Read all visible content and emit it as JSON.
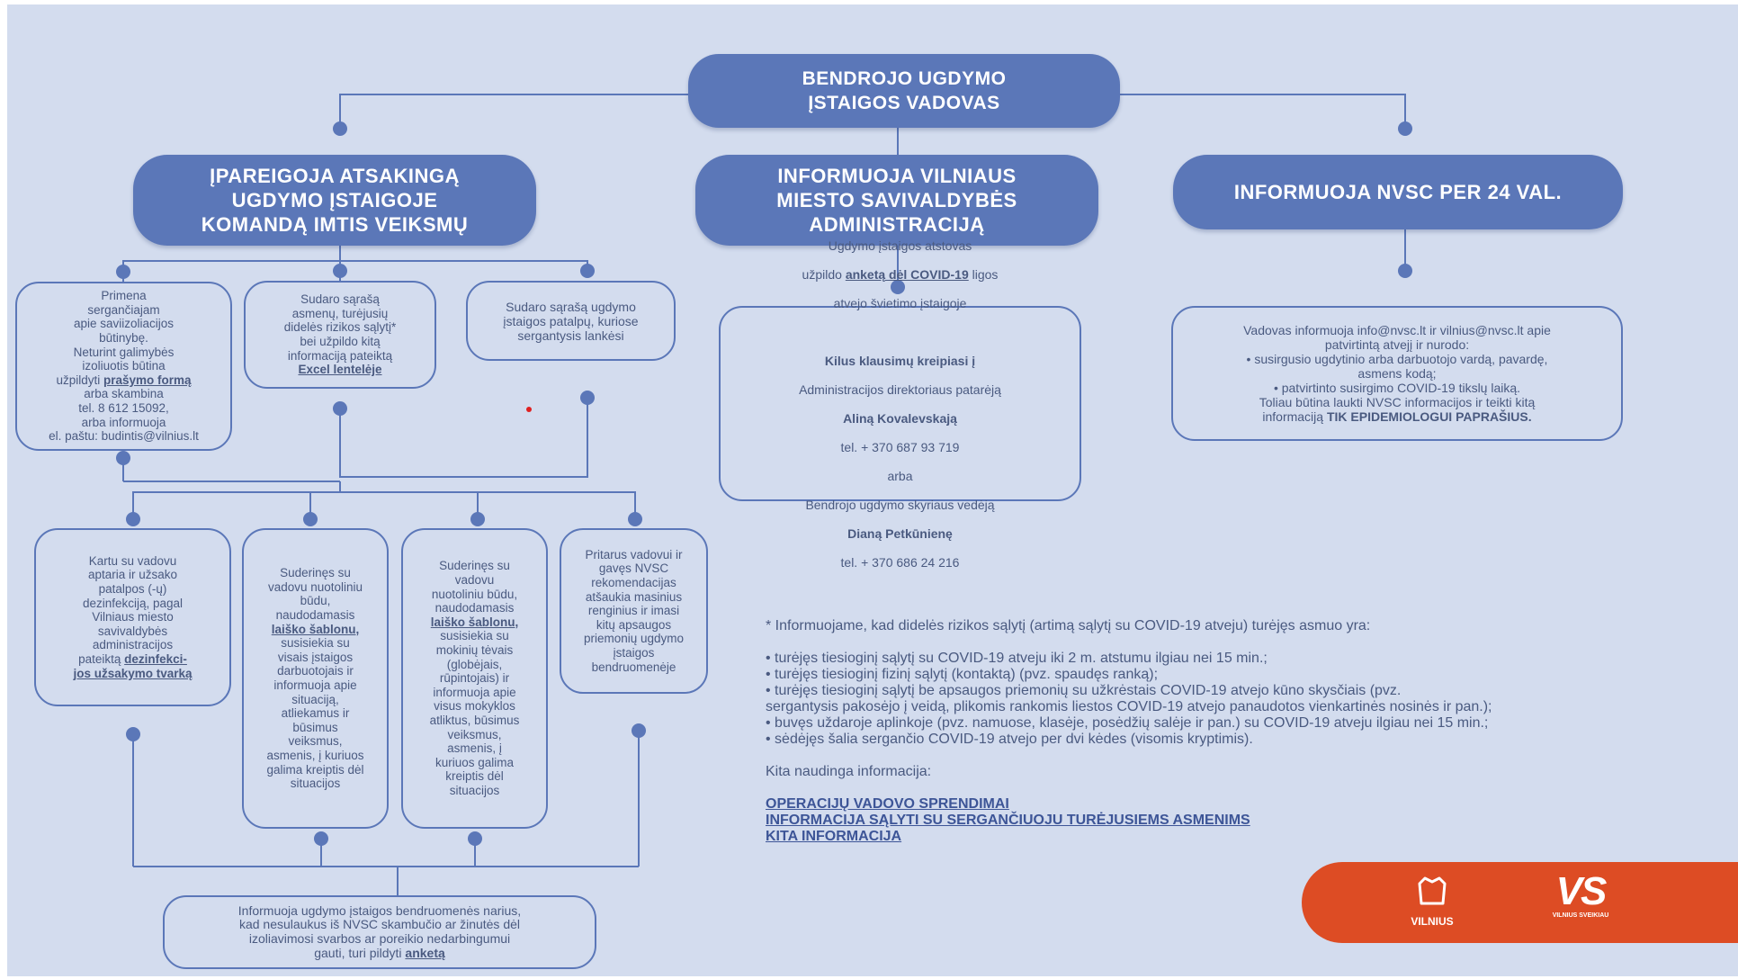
{
  "colors": {
    "background": "#d3dcee",
    "accent": "#5b77b8",
    "text": "#4a5a80",
    "link": "#3d5597",
    "brand": "#dd4c24"
  },
  "header": {
    "title": "BENDROJO UGDYMO\nĮSTAIGOS VADOVAS"
  },
  "level1": [
    {
      "title": "ĮPAREIGOJA ATSAKINGĄ\nUGDYMO ĮSTAIGOJE\nKOMANDĄ IMTIS VEIKSMŲ"
    },
    {
      "title": "INFORMUOJA VILNIAUS\nMIESTO SAVIVALDYBĖS\nADMINISTRACIJĄ"
    },
    {
      "title": "INFORMUOJA NVSC PER 24 VAL."
    }
  ],
  "step_boxes": {
    "reminds": {
      "text_a": "Primena\nsergančiajam\napie saviizoliacijos\nbūtinybę.\nNeturint galimybės\nizoliuotis būtina\nužpildyti ",
      "link": "prašymo formą",
      "text_b": "\narba skambina\ntel. 8 612 15092,\narba informuoja\nel. paštu: budintis@vilnius.lt"
    },
    "risk_list": {
      "text_a": "Sudaro sąrašą\nasmenų, turėjusių\ndidelės rizikos sąlytį*\nbei užpildo kitą\ninformaciją pateiktą\n",
      "link": "Excel lentelėje"
    },
    "rooms_list": {
      "text": "Sudaro sąrašą ugdymo\nįstaigos patalpų, kuriose\nsergantysis lankėsi"
    },
    "municipality": {
      "line1": "Ugdymo įstaigos atstovas",
      "line2a": "užpildo ",
      "line2link": "anketą dėl COVID-19",
      "line2b": " ligos",
      "line3": "atvejo švietimo įstaigoje",
      "q_title": "Kilus klausimų kreipiasi į",
      "q_role1": "Administracijos direktoriaus patarėją",
      "q_name1": "Aliną Kovalevskają",
      "q_phone1": "tel. + 370 687 93 719",
      "q_or": "arba",
      "q_role2": "Bendrojo ugdymo skyriaus vedėją",
      "q_name2": "Dianą Petkūnienę",
      "q_phone2": "tel. + 370 686 24 216"
    },
    "nvsc": {
      "text_a": "Vadovas informuoja info@nvsc.lt ir vilnius@nvsc.lt apie\npatvirtintą atvejį ir nurodo:\n• susirgusio ugdytinio arba darbuotojo vardą, pavardę,\nasmens kodą;\n• patvirtinto susirgimo COVID-19 tikslų laiką.\nToliau būtina laukti NVSC informacijos ir teikti kitą\ninformaciją ",
      "emphasis": "TIK EPIDEMIOLOGUI PAPRAŠIUS."
    }
  },
  "action_boxes": {
    "disinfection": {
      "text_a": "Kartu su vadovu\naptaria ir užsako\npatalpos (-ų)\ndezinfekciją, pagal\nVilniaus miesto\nsavivaldybės\nadministracijos\npateiktą ",
      "link": "dezinfekci-\njos užsakymo tvarką"
    },
    "staff": {
      "text_a": "Suderinęs su\nvadovu nuotoliniu\nbūdu,\nnaudodamasis\n",
      "link": "laiško šablonu,",
      "text_b": "\nsusisiekia su\nvisais įstaigos\ndarbuotojais ir\ninformuoja apie\nsituaciją,\natliekamus ir\nbūsimus\nveiksmus,\nasmenis, į kuriuos\ngalima kreiptis dėl\nsituacijos"
    },
    "parents": {
      "text_a": "Suderinęs su\nvadovu\nnuotoliniu būdu,\nnaudodamasis\n",
      "link": "laiško šablonu,",
      "text_b": "\nsusisiekia su\nmokinių tėvais\n(globėjais,\nrūpintojais) ir\ninformuoja apie\nvisus mokyklos\natliktus, būsimus\nveiksmus,\nasmenis, į\nkuriuos galima\nkreiptis dėl\nsituacijos"
    },
    "events": {
      "text": "Pritarus vadovui ir\ngavęs NVSC\nrekomendacijas\natšaukia masinius\nrenginius ir imasi\nkitų apsaugos\npriemonių ugdymo\nįstaigos\nbendruomenėje"
    }
  },
  "bottom_box": {
    "text_a": "Informuoja ugdymo įstaigos bendruomenės narius,\nkad nesulaukus iš NVSC skambučio ar žinutės dėl\nizoliavimosi svarbos ar poreikio nedarbingumui\ngauti, turi pildyti ",
    "link": "anketą"
  },
  "notes": {
    "intro": "* Informuojame, kad didelės rizikos sąlytį (artimą sąlytį su COVID-19 atveju) turėjęs asmuo yra:",
    "items": "• turėjęs tiesioginį sąlytį su COVID-19 atveju iki 2 m. atstumu ilgiau nei 15 min.;\n• turėjęs tiesioginį fizinį sąlytį (kontaktą) (pvz. spaudęs ranką);\n• turėjęs tiesioginį sąlytį be apsaugos priemonių su užkrėstais COVID-19 atvejo kūno skysčiais (pvz.\nsergantysis pakosėjo į veidą, plikomis rankomis liestos COVID-19  atvejo  panaudotos vienkartinės nosinės ir pan.);\n• buvęs  uždaroje  aplinkoje  (pvz. namuose, klasėje,  posėdžių  salėje ir pan.) su COVID-19 atveju ilgiau nei 15 min.;\n• sėdėjęs šalia sergančio COVID-19 atvejo per dvi kėdes (visomis kryptimis).",
    "other_title": "Kita naudinga informacija:",
    "links": [
      "OPERACIJŲ VADOVO SPRENDIMAI",
      "INFORMACIJA SĄLYTI SU SERGANČIUOJU TURĖJUSIEMS ASMENIMS",
      "KITA INFORMACIJA"
    ]
  },
  "footer": {
    "logo1": "VILNIUS",
    "logo2_mark": "VS",
    "logo2_sub": "VILNIUS SVEIKIAU"
  }
}
